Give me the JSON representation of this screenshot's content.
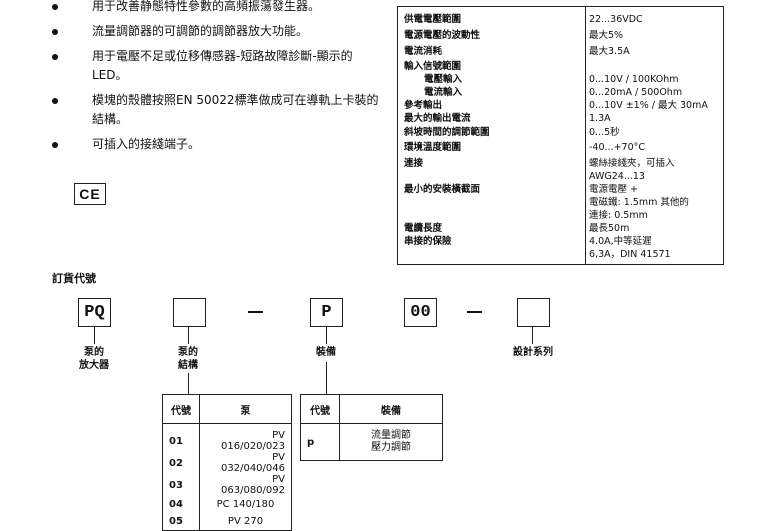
{
  "bullets": [
    "用于改善静態特性參數的高頻振蕩發生器。",
    "流量調節器的可調節的調節器放大功能。",
    "用于電壓不足或位移傳感器-短路故障診斷-顯示的LED。",
    "模塊的殼體按照EN 50022標準做成可在導軌上卡裝的結構。",
    "可插入的接綫端子。"
  ],
  "ce_mark": "CE",
  "specs": {
    "supply_voltage": {
      "label": "供電電壓範圍",
      "value": "22...36VDC"
    },
    "ripple": {
      "label": "電源電壓的波動性",
      "value": "最大5%"
    },
    "current": {
      "label": "電流消耗",
      "value": "最大3.5A"
    },
    "input_range": {
      "label": "輸入信號範圍"
    },
    "voltage_input": {
      "label": "電壓輸入",
      "value": "0...10V / 100KOhm"
    },
    "current_input": {
      "label": "電流輸入",
      "value": "0...20mA / 500Ohm"
    },
    "reference_output": {
      "label": "參考輸出",
      "value": "0...10V ±1% / 最大 30mA"
    },
    "max_output_current": {
      "label": "最大的輸出電流",
      "value": "1.3A"
    },
    "ramp_time": {
      "label": "斜坡時間的調節範圍",
      "value": "0...5秒"
    },
    "ambient_temp": {
      "label": "環境溫度範圍",
      "value": "-40...+70°C"
    },
    "connection": {
      "label": "連接",
      "value_1": "螺絲接綫夾，可插入",
      "value_2": "AWG24...13"
    },
    "min_cross_section": {
      "label": "最小的安裝橫截面",
      "value_1": "電源電壓 +",
      "value_2": "電磁鐵: 1.5mm    其他的",
      "value_3": "連接: 0.5mm"
    },
    "cable_length": {
      "label": "電纜長度",
      "value": "最長50m"
    },
    "fuse": {
      "label": "串接的保險",
      "value_1": "4.0A,中等延遲",
      "value_2": "6,3A，DIN 41571"
    }
  },
  "order_code": {
    "title": "訂貨代號",
    "boxes": [
      "PQ",
      "",
      "P",
      "00",
      ""
    ],
    "captions": {
      "pump_amp_1": "泵的",
      "pump_amp_2": "放大器",
      "pump_struct_1": "泵的",
      "pump_struct_2": "結構",
      "equipment": "裝備",
      "design_series": "設計系列"
    },
    "pump_table": {
      "headers": [
        "代號",
        "泵"
      ],
      "rows": [
        [
          "01",
          "PV 016/020/023"
        ],
        [
          "02",
          "PV 032/040/046"
        ],
        [
          "03",
          "PV 063/080/092"
        ],
        [
          "04",
          "PC 140/180"
        ],
        [
          "05",
          "PV 270"
        ]
      ]
    },
    "equipment_table": {
      "headers": [
        "代號",
        "裝備"
      ],
      "rows": [
        {
          "code": "p",
          "desc_1": "流量調節",
          "desc_2": "壓力調節"
        }
      ]
    }
  }
}
